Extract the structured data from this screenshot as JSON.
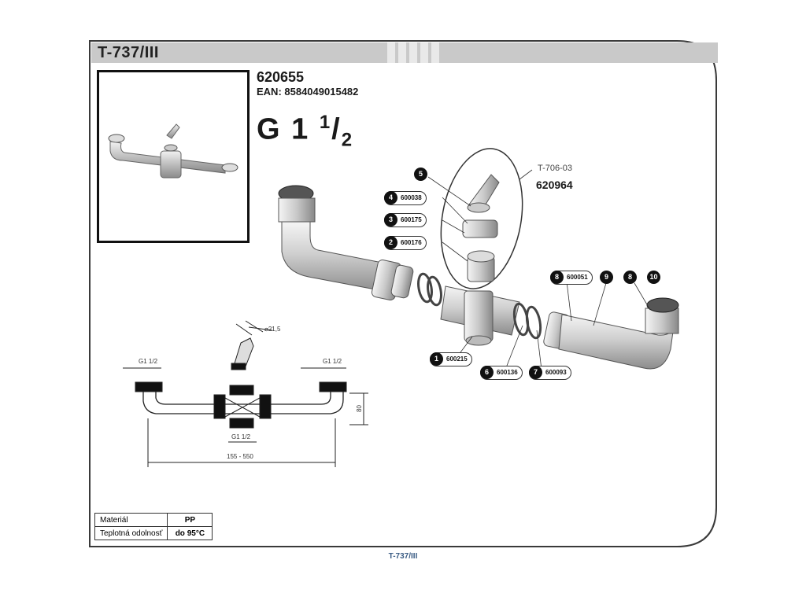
{
  "header": {
    "title": "T-737/III"
  },
  "product": {
    "code": "620655",
    "ean": "EAN: 8584049015482",
    "thread_main": "G 1",
    "thread_num": "1",
    "thread_den": "2"
  },
  "subassembly": {
    "code": "T-706-03",
    "ref": "620964"
  },
  "callouts": [
    {
      "num": "4",
      "part": "600038"
    },
    {
      "num": "3",
      "part": "600175"
    },
    {
      "num": "2",
      "part": "600176"
    },
    {
      "num": "1",
      "part": "600215"
    },
    {
      "num": "6",
      "part": "600136"
    },
    {
      "num": "7",
      "part": "600093"
    },
    {
      "num": "8",
      "part": "600051"
    }
  ],
  "badges": [
    "5",
    "9",
    "8",
    "10"
  ],
  "dimensions": {
    "diameter": "⌀21,5",
    "thread_left": "G1",
    "thread_right": "G1",
    "thread_center": "G1",
    "fraction": "1/2",
    "height": "80",
    "length": "155 - 550"
  },
  "specs": [
    {
      "label": "Materiál",
      "value": "PP"
    },
    {
      "label": "Teplotná odolnosť",
      "value": "do 95°C"
    }
  ],
  "footer": {
    "text": "T-737/III"
  }
}
